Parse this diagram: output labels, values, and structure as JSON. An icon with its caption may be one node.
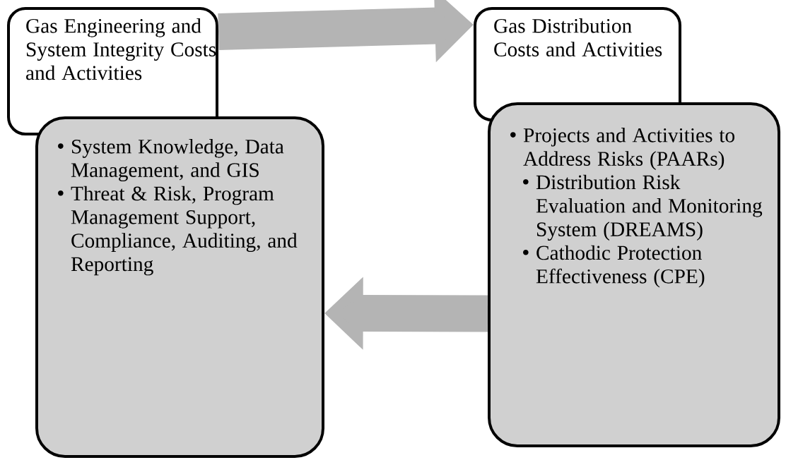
{
  "diagram": {
    "nodes": [
      {
        "text": [
          "Gas Engineering and System Integrity Costs and Activities"
        ]
      },
      {
        "text": [
          "System Knowledge, Data Management, and GIS",
          "Threat & Risk, Program Management Support, Compliance, Auditing, and Reporting"
        ]
      },
      {
        "text": [
          "Gas Distribution Costs and Activities"
        ]
      },
      {
        "text": [
          "Projects and Activities to Address Risks (PAARs)",
          "Distribution Risk Evaluation and Monitoring System (DREAMS)",
          "Cathodic Protection Effectiveness (CPE)"
        ]
      }
    ],
    "edges": [
      {
        "from": 0,
        "to": 2,
        "arrow": "to"
      },
      {
        "from": 3,
        "to": 1,
        "arrow": "to"
      }
    ]
  }
}
